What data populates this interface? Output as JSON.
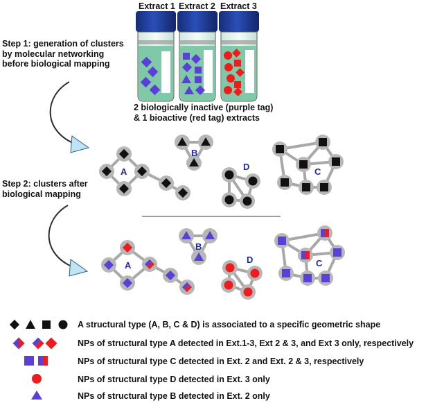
{
  "extracts": {
    "labels": [
      "Extract 1",
      "Extract 2",
      "Extract 3"
    ],
    "caption_line1": "2 biologically inactive (purple tag)",
    "caption_line2": "& 1 bioactive (red tag) extracts"
  },
  "steps": {
    "step1_line1": "Step 1: generation of clusters",
    "step1_line2": "by molecular networking",
    "step1_line3": "before biological mapping",
    "step2_line1": "Step 2: clusters after",
    "step2_line2": "biological mapping"
  },
  "clusters": {
    "a": "A",
    "b": "B",
    "c": "C",
    "d": "D"
  },
  "legend": {
    "row1": "A structural type (A, B, C & D) is associated to a specific geometric shape",
    "row2": "NPs of structural type A detected in Ext.1-3, Ext 2 & 3, and Ext 3 only, respectively",
    "row3": "NPs of structural type C detected in Ext. 2 and Ext. 2 & 3, respectively",
    "row4": "NPs of structural type D detected in Ext. 3 only",
    "row5": "NPs of structural type B detected in Ext. 2 only"
  },
  "colors": {
    "purple": "#5b3fd6",
    "red": "#ee1c1c",
    "black": "#111111",
    "node_ring": "#b5b5b5",
    "edge": "#a8a8a8",
    "vial_cap": "#1f3a93",
    "liquid": "#7fc9a9",
    "arrow": "#bfe4f5"
  }
}
